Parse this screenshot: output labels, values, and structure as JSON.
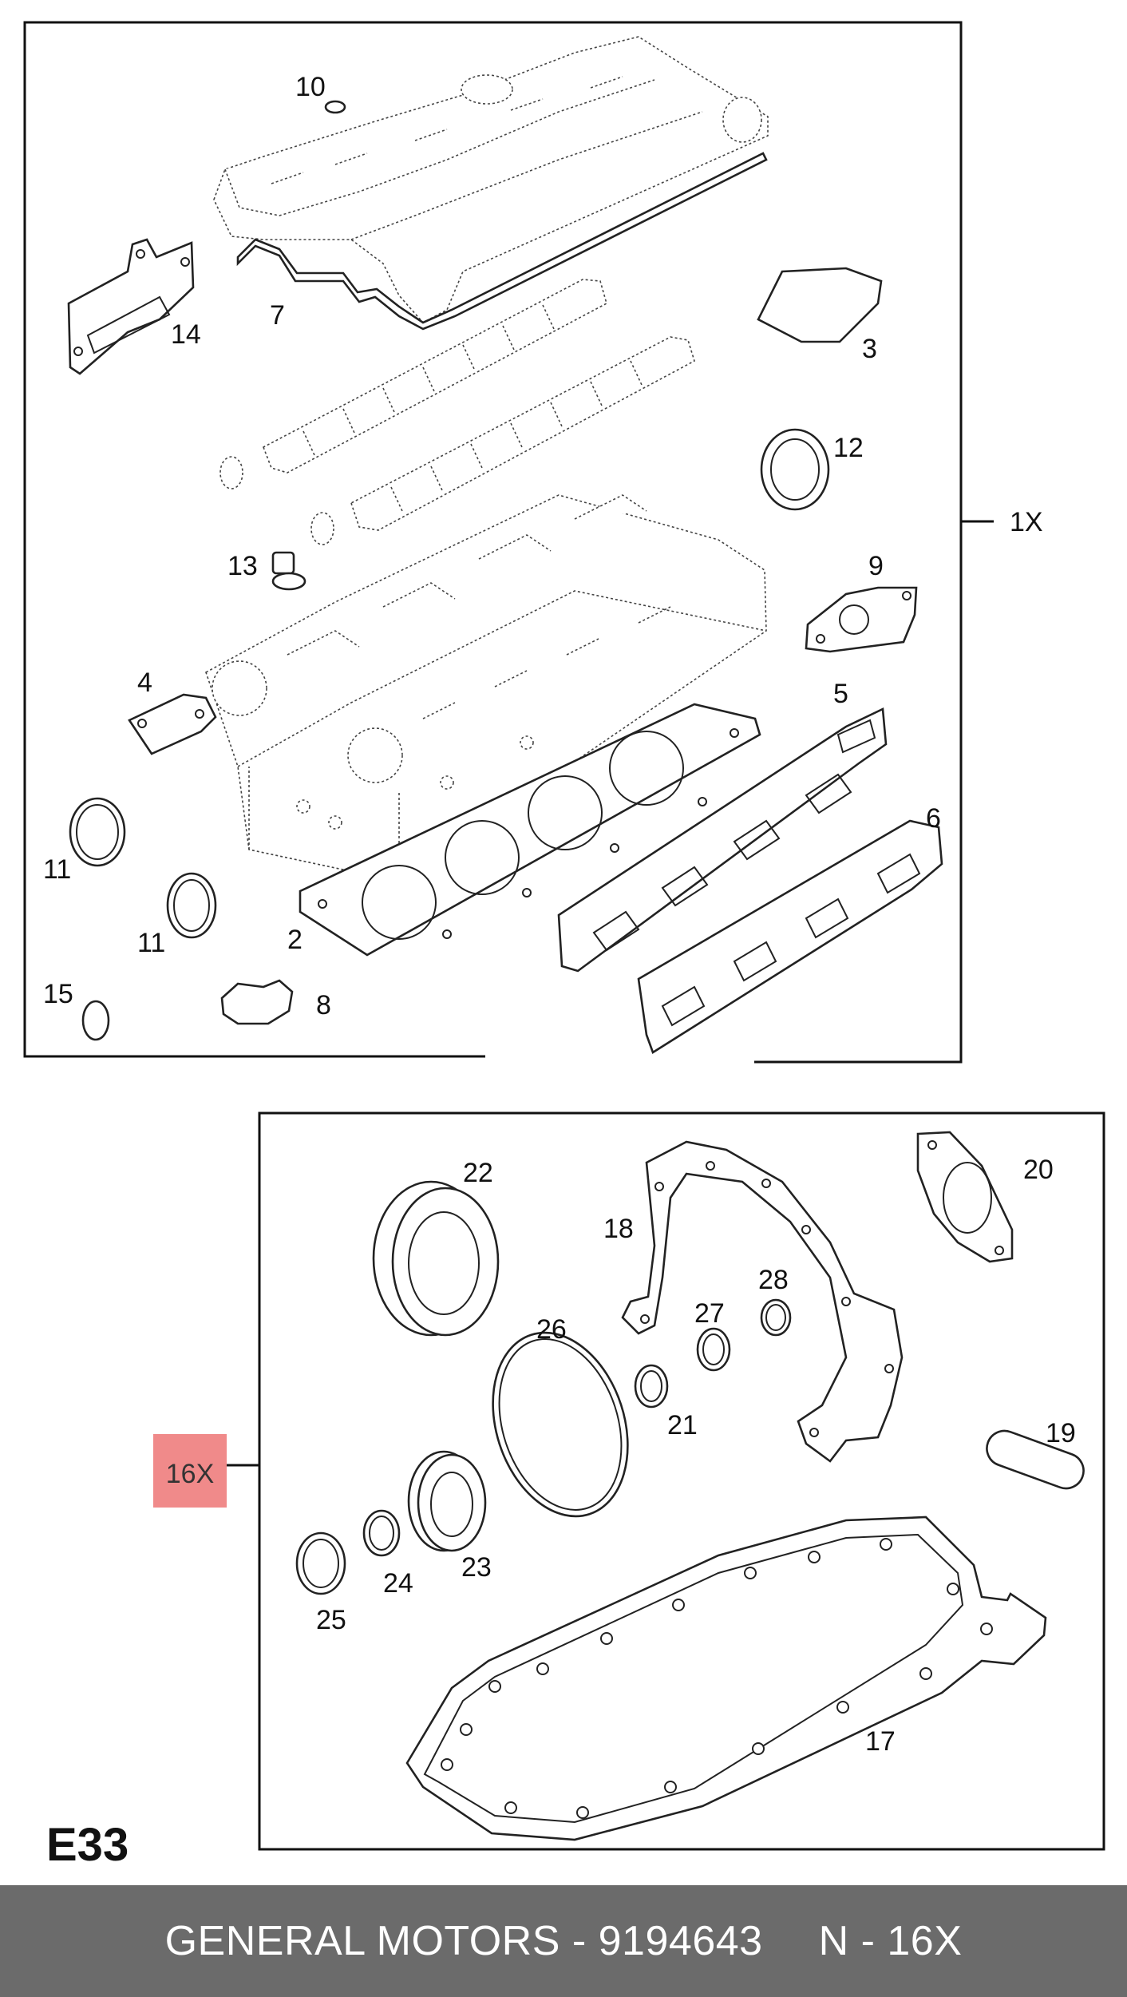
{
  "diagram": {
    "page_code": "E33",
    "top_group_qty": "1X",
    "bottom_group_qty": "16X",
    "highlight_color": "#f08a8a",
    "callouts": [
      "1X",
      "2",
      "3",
      "4",
      "5",
      "6",
      "7",
      "8",
      "9",
      "10",
      "11",
      "11",
      "12",
      "13",
      "14",
      "15",
      "16X",
      "17",
      "18",
      "19",
      "20",
      "21",
      "22",
      "23",
      "24",
      "25",
      "26",
      "27",
      "28"
    ]
  },
  "footer": {
    "brand": "GENERAL MOTORS",
    "separator": "-",
    "part_number": "9194643",
    "note": "N - 16X",
    "background": "#6b6b6b"
  }
}
